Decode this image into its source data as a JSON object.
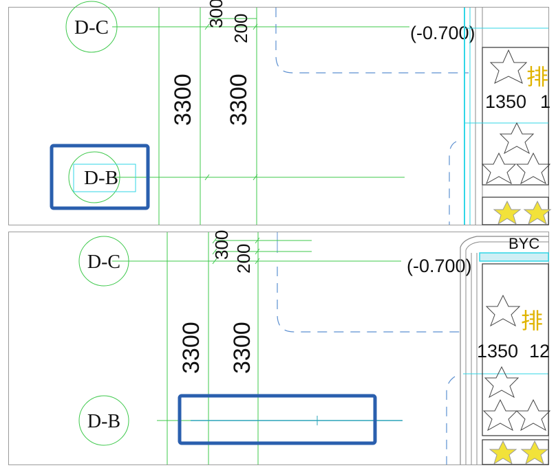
{
  "top_panel": {
    "axis_labels": {
      "upper": "D-C",
      "lower": "D-B"
    },
    "dimensions": {
      "first": "3300",
      "second": "3300",
      "top_a": "300",
      "top_b": "200"
    },
    "elevation": "(-0.700)",
    "width_label": "1350",
    "width_label_partial": "1",
    "cjk_char": "排"
  },
  "bottom_panel": {
    "axis_labels": {
      "upper": "D-C",
      "lower": "D-B"
    },
    "dimensions": {
      "first": "3300",
      "second": "3300",
      "top_a": "300",
      "top_b": "200"
    },
    "elevation": "(-0.700)",
    "width_label": "1350",
    "width_label_partial": "12",
    "cjk_char": "排",
    "corner_code": "BYC"
  },
  "colors": {
    "line_green": "#3cc84a",
    "line_cyan": "#2fd6e6",
    "highlight_blue": "#2a5fae",
    "dash_blue": "#5b8fd0",
    "star_yellow": "#f2e23a"
  }
}
